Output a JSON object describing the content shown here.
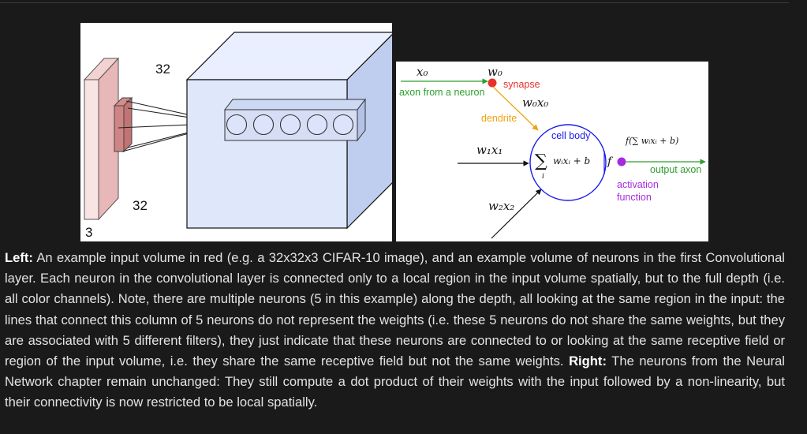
{
  "left_figure": {
    "height_label": "32",
    "width_label": "32",
    "depth_label": "3"
  },
  "right_figure": {
    "x0": "x₀",
    "w0": "w₀",
    "synapse": "synapse",
    "axon_from_neuron": "axon from a neuron",
    "w0x0": "w₀x₀",
    "dendrite": "dendrite",
    "cell_body": "cell body",
    "w1x1": "w₁x₁",
    "w2x2": "w₂x₂",
    "sum_expr": "wᵢxᵢ + b",
    "sum_index": "i",
    "f": "f",
    "f_of_sum": "f(∑ wᵢxᵢ + b)",
    "output_axon": "output axon",
    "activation_line1": "activation",
    "activation_line2": "function",
    "colors": {
      "input_axon": "#2e9e2e",
      "synapse": "#e8312a",
      "dendrite": "#f0a20f",
      "cell_body": "#1a1aee",
      "output_dot": "#a52ae0",
      "output_axon": "#2e9e2e"
    }
  },
  "caption": {
    "left_label": "Left:",
    "left_text": " An example input volume in red (e.g. a 32x32x3 CIFAR-10 image), and an example volume of neurons in the first Convolutional layer. Each neuron in the convolutional layer is connected only to a local region in the input volume spatially, but to the full depth (i.e. all color channels). Note, there are multiple neurons (5 in this example) along the depth, all looking at the same region in the input: the lines that connect this column of 5 neurons do not represent the weights (i.e. these 5 neurons do not share the same weights, but they are associated with 5 different filters), they just indicate that these neurons are connected to or looking at the same receptive field or region of the input volume, i.e. they share the same receptive field but not the same weights.",
    "right_label": "Right:",
    "right_text": " The neurons from the Neural Network chapter remain unchanged: They still compute a dot product of their weights with the input followed by a non-linearity, but their connectivity is now restricted to be local spatially."
  }
}
